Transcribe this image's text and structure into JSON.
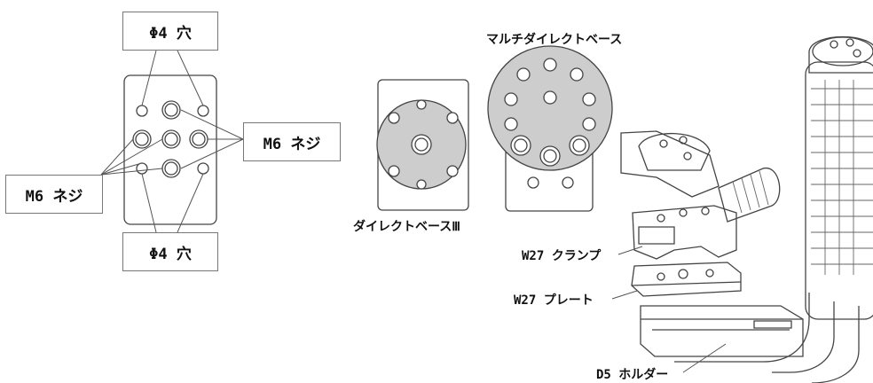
{
  "labels": {
    "hole_top": "Φ4 穴",
    "hole_bottom": "Φ4 穴",
    "screw_right": "M6 ネジ",
    "screw_left": "M6 ネジ",
    "multi_base": "マルチダイレクトベース",
    "direct_base": "ダイレクトベースⅢ",
    "clamp": "W27 クランプ",
    "plate": "W27 プレート",
    "holder": "D5 ホルダー"
  }
}
